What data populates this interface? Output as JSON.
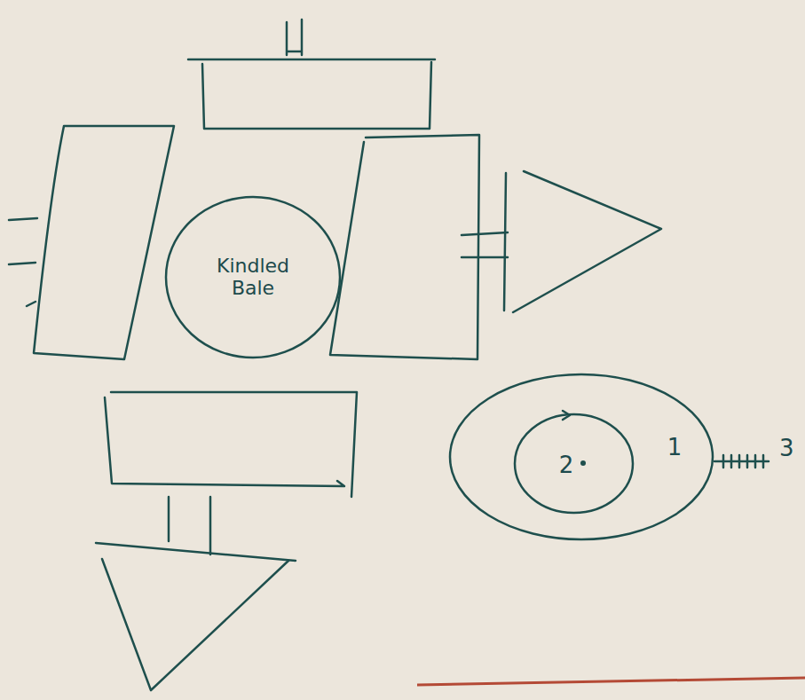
{
  "diagram": {
    "nodes": [
      {
        "text": [
          "Kindled Bale"
        ]
      },
      {
        "text": [
          "1"
        ]
      },
      {
        "text": [
          "2"
        ],
        "in": 1
      }
    ],
    "labels": [
      "3"
    ]
  }
}
